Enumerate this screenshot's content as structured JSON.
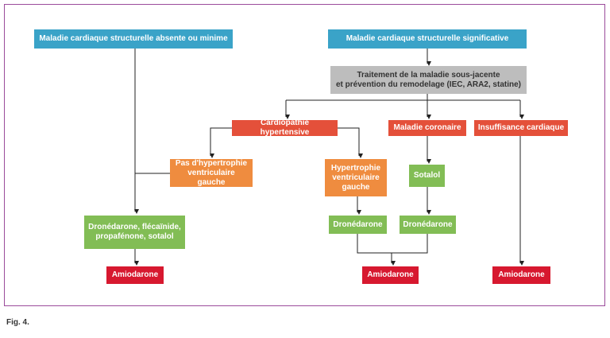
{
  "colors": {
    "blue": "#3aa3c8",
    "gray": "#bdbdbd",
    "red": "#e4503a",
    "orange": "#ef8c3f",
    "green": "#82bd55",
    "crimson": "#d7182f",
    "frame": "#9b4b9b"
  },
  "nodes": {
    "absent": "Maladie cardiaque structurelle absente ou minime",
    "significant": "Maladie cardiaque structurelle significative",
    "treatment_line1": "Traitement de la maladie sous-jacente",
    "treatment_line2": "et prévention du remodelage (IEC, ARA2, statine)",
    "hypertensive": "Cardiopathie hypertensive",
    "coronary": "Maladie coronaire",
    "heart_failure": "Insuffisance cardiaque",
    "no_lvh": "Pas d'hypertrophie ventriculaire gauche",
    "lvh": "Hypertrophie ventriculaire gauche",
    "sotalol": "Sotalol",
    "combo": "Dronédarone, flécaïnide, propafénone, sotalol",
    "dronedarone_1": "Dronédarone",
    "dronedarone_2": "Dronédarone",
    "amiodarone_1": "Amiodarone",
    "amiodarone_2": "Amiodarone",
    "amiodarone_3": "Amiodarone"
  },
  "caption": "Fig. 4."
}
